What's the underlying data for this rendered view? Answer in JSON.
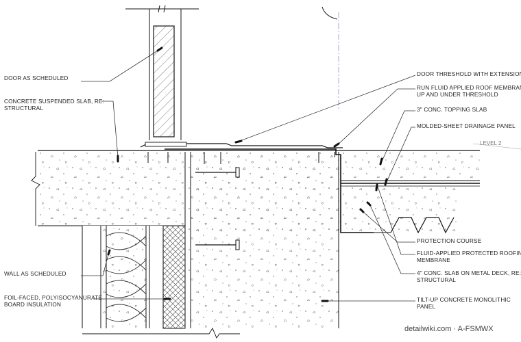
{
  "labels_left": [
    {
      "id": "door",
      "lines": [
        "DOOR AS SCHEDULED"
      ]
    },
    {
      "id": "slab",
      "lines": [
        "CONCRETE SUSPENDED SLAB, RE:",
        "STRUCTURAL"
      ]
    },
    {
      "id": "wall",
      "lines": [
        "WALL AS SCHEDULED"
      ]
    },
    {
      "id": "insulation",
      "lines": [
        "FOIL-FACED, POLYISOCYANURATE",
        "BOARD INSULATION"
      ]
    }
  ],
  "labels_right": [
    {
      "id": "threshold",
      "lines": [
        "DOOR THRESHOLD WITH EXTENSION"
      ]
    },
    {
      "id": "membrane",
      "lines": [
        "RUN FLUID APPLIED ROOF MEMBRANE",
        "UP AND UNDER THRESHOLD"
      ]
    },
    {
      "id": "topping",
      "lines": [
        "3\" CONC. TOPPING SLAB"
      ]
    },
    {
      "id": "drainage",
      "lines": [
        "MOLDED-SHEET DRAINAGE PANEL"
      ]
    },
    {
      "id": "protection",
      "lines": [
        "PROTECTION COURSE"
      ]
    },
    {
      "id": "roofing",
      "lines": [
        "FLUID-APPLIED PROTECTED ROOFING",
        "MEMBRANE"
      ]
    },
    {
      "id": "deck",
      "lines": [
        "4\" CONC. SLAB ON METAL DECK, RE:",
        "STRUCTURAL"
      ]
    },
    {
      "id": "panel",
      "lines": [
        "TILT-UP CONCRETE MONOLITHIC",
        "PANEL"
      ]
    }
  ],
  "level_tag": "LEVEL 2",
  "watermark": "detailwiki.com · A-FSMWX",
  "colors": {
    "line": "#111111",
    "leader": "#333333",
    "hatch": "#555555"
  }
}
